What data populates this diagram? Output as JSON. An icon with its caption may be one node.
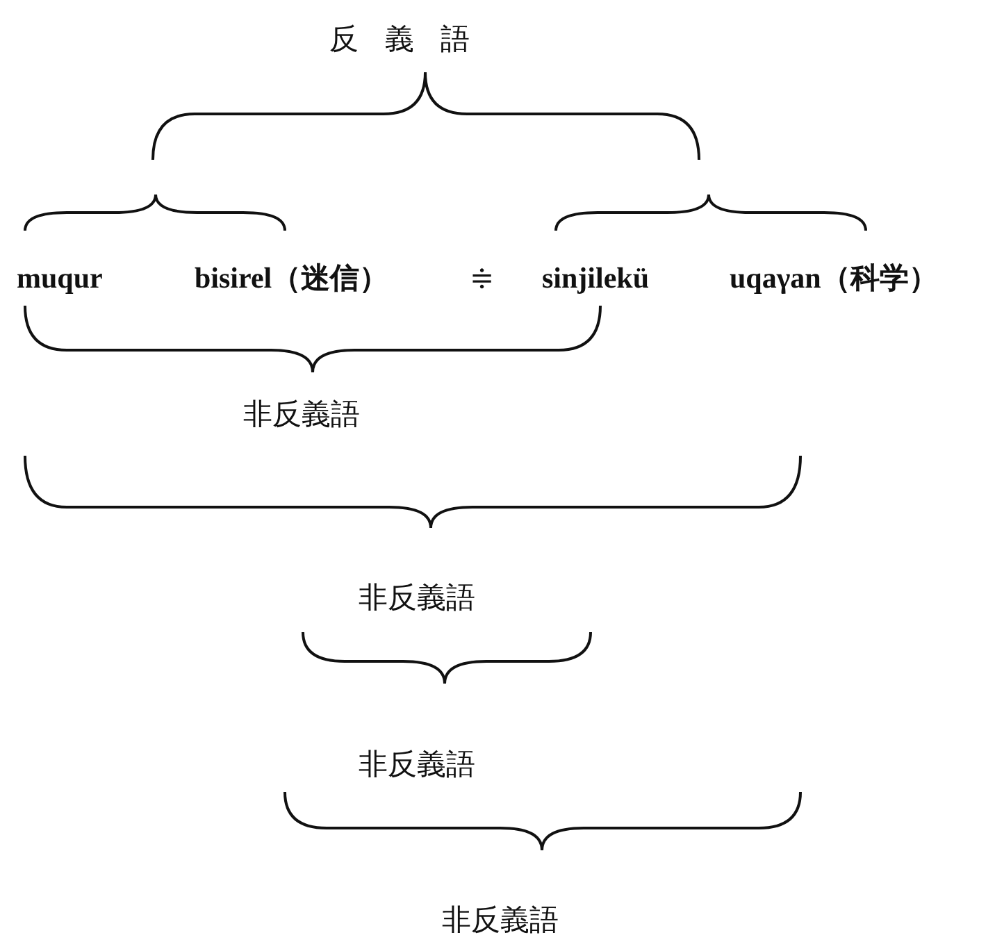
{
  "diagram": {
    "labels": [
      "反義語",
      "muqur",
      "bisirel（迷信）",
      "≑",
      "sinjilekü",
      "uqaγan（科学）",
      "非反義語",
      "非反義語",
      "非反義語",
      "非反義語"
    ]
  }
}
